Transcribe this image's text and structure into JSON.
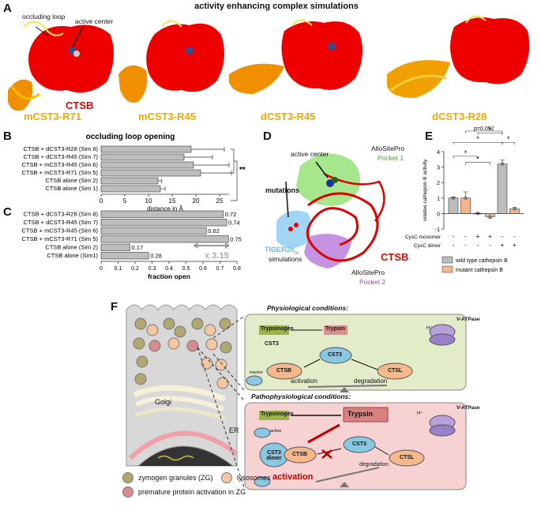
{
  "panel_labels": {
    "A": "A",
    "B": "B",
    "C": "C",
    "D": "D",
    "E": "E",
    "F": "F"
  },
  "panelA": {
    "title": "activity enhancing complex simulations",
    "callouts": {
      "occluding_loop": "occluding loop",
      "active_center": "active center"
    },
    "ctsb": "CTSB",
    "structures": [
      "mCST3-R71",
      "mCST3-R45",
      "dCST3-R45",
      "dCST3-R28"
    ]
  },
  "chart_data": [
    {
      "type": "bar",
      "title": "occluding loop opening",
      "xlabel": "distance in Å",
      "categories": [
        "CTSB + dCST3-R28 (Sim 8)",
        "CTSB + dCST3-R45 (Sim 7)",
        "CTSB + mCST3-R45 (Sim 6)",
        "CTSB + mCST3-R71 (Sim 5)",
        "CTSB alone (Sim 2)",
        "CTSB alone (Sim 1)"
      ],
      "values": [
        19,
        17.5,
        19.5,
        21,
        12,
        12.5
      ],
      "errors": [
        7,
        6,
        7.5,
        6.5,
        0.8,
        1
      ],
      "xticks": [
        "0",
        "5",
        "10",
        "15",
        "20",
        "25"
      ],
      "xlim": [
        0,
        27
      ],
      "annotation": "**",
      "grid": false
    },
    {
      "type": "bar",
      "xlabel": "fraction open",
      "categories": [
        "CTSB + dCST3-R28 (Sim 8)",
        "CTSB + dCST3-R45 (Sim 7)",
        "CTSB + mCST3-R45 (Sim 6)",
        "CTSB + mCST3-R71 (Sim 5)",
        "CTSB alone (Sim 2)",
        "CTSB alone (Sim1)"
      ],
      "values": [
        0.72,
        0.74,
        0.62,
        0.75,
        0.17,
        0.28
      ],
      "value_labels": [
        "0.72",
        "0.74",
        "0.62",
        "0.75",
        "0.17",
        "0.28"
      ],
      "xticks": [
        "0",
        "0.1",
        "0.2",
        "0.3",
        "0.4",
        "0.5",
        "0.6",
        "0.7",
        "0.8"
      ],
      "xlim": [
        0,
        0.8
      ],
      "annotation": "x 3.15",
      "grid": false
    },
    {
      "type": "bar",
      "ylabel": "relative cathepsin B activity",
      "values": [
        1.0,
        1.0,
        0.0,
        -0.2,
        3.2,
        0.3
      ],
      "errors": [
        0.05,
        0.4,
        0.05,
        0.1,
        0.25,
        0.1
      ],
      "yticks": [
        "-1",
        "0",
        "1",
        "2",
        "3",
        "4"
      ],
      "ylim": [
        -1,
        4
      ],
      "row_labels": [
        "CysC monomer",
        "CysC dimer"
      ],
      "row_values": [
        [
          "-",
          "-",
          "+",
          "+",
          "-",
          "-"
        ],
        [
          "-",
          "-",
          "-",
          "-",
          "+",
          "+"
        ]
      ],
      "series": [
        {
          "name": "wild type cathepsin B",
          "color": "#bdbdbd"
        },
        {
          "name": "mutant cathepsin B",
          "color": "#f4b48c"
        }
      ],
      "bar_series": [
        0,
        1,
        0,
        1,
        0,
        1
      ],
      "significance": [
        "*",
        "*",
        "*",
        "*",
        "*",
        "p=0.052"
      ],
      "grid": false
    }
  ],
  "panelD": {
    "active_center": "active center",
    "allositepro1": "AlloSitePro",
    "pocket1": "Pocket 1",
    "mutations": "mutations",
    "tiger": "TIGER2h",
    "tiger_sub": "m",
    "simulations": "simulations",
    "ctsb": "CTSB",
    "allositepro2": "AlloSitePro",
    "pocket2": "Pocket 2"
  },
  "panelF": {
    "golgi": "Golgi",
    "er": "ER",
    "legend": [
      "zymogen granules (ZG)",
      "lysosomes",
      "premature protein activation in ZG"
    ],
    "physio": {
      "title": "Physiological conditions:",
      "trypsinogen": "Trypsinogen",
      "trypsin": "Trypsin",
      "cst3": "CST3",
      "cst3_node": "CST3",
      "ctsb": "CTSB",
      "ctsl": "CTSL",
      "activation": "activation",
      "degradation": "degradation",
      "inactive": "inactive",
      "vatpase": "V-ATPase",
      "hplus": "H⁺"
    },
    "patho": {
      "title": "Pathophysiological conditions:",
      "trypsinogen": "Trypsinogen",
      "trypsin": "Trypsin",
      "active": "active",
      "cst3_dimer": "CST3 dimer",
      "ctsb": "CTSB",
      "cst3": "CST3",
      "ctsl": "CTSL",
      "activation": "activation",
      "degradation": "degradation",
      "vatpase": "V-ATPase",
      "hplus": "H⁺"
    }
  },
  "colors": {
    "ctsb_red": "#e00000",
    "cst3_orange": "#f2a900",
    "gray_bar": "#bdbdbd",
    "mutant": "#f4b48c",
    "physio_bg": "#e6efcf",
    "patho_bg": "#f6d6d6"
  }
}
